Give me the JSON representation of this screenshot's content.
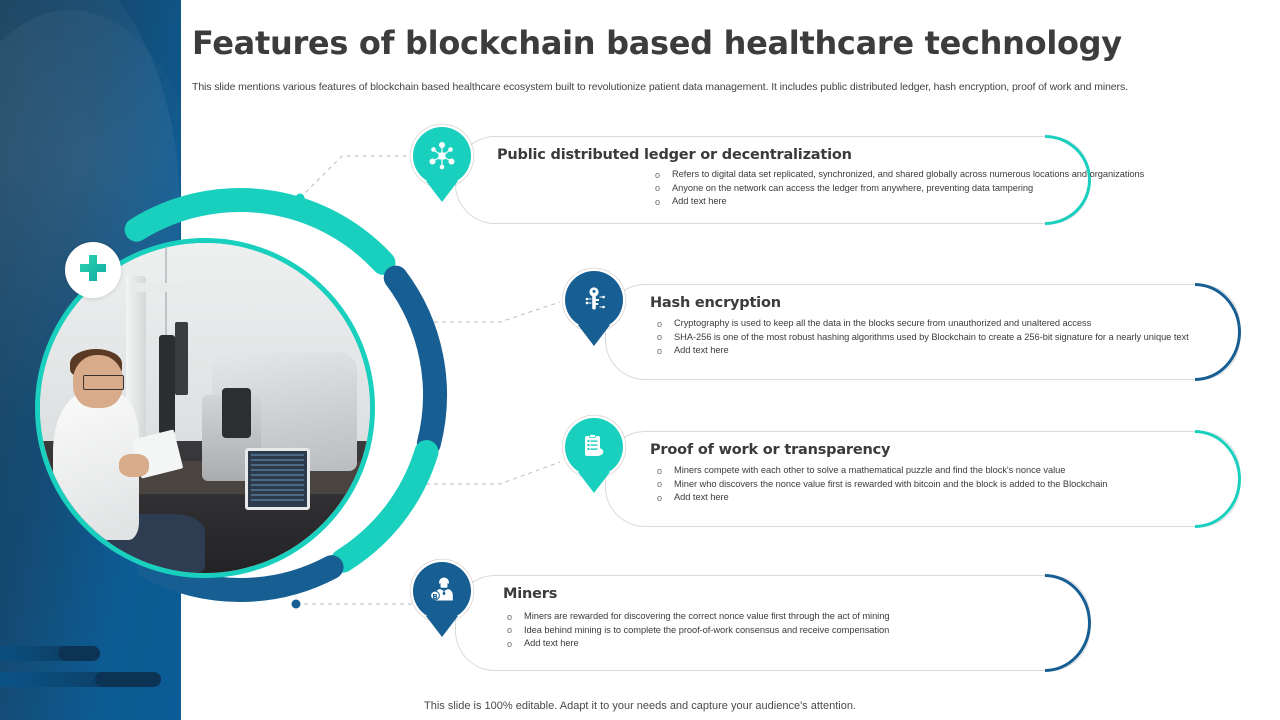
{
  "slide": {
    "title": "Features of blockchain based healthcare technology",
    "subtitle": "This slide mentions various features of blockchain based healthcare ecosystem built to revolutionize patient data management. It includes public distributed ledger, hash encryption, proof of work and miners.",
    "footer": "This slide is 100% editable. Adapt it to your needs and capture your audience's attention."
  },
  "colors": {
    "teal": "#19cfbe",
    "blue": "#175e93",
    "dark_blue_panel": "#144a72",
    "card_border": "#d8dadc",
    "title_text": "#3c3c3c"
  },
  "visual": {
    "photo_alt": "doctor in white coat examining document beside ophthalmology equipment",
    "badge_icon": "medical-cross-icon"
  },
  "cards": [
    {
      "title": "Public distributed ledger or decentralization",
      "icon": "network-nodes-icon",
      "accent": "#19cfbe",
      "bullets": [
        "Refers to digital data set replicated, synchronized, and shared globally across numerous locations and organizations",
        "Anyone on the network can access the ledger from anywhere, preventing data tampering",
        "Add text here"
      ]
    },
    {
      "title": "Hash encryption",
      "icon": "key-circuit-icon",
      "accent": "#175e93",
      "bullets": [
        "Cryptography is used to keep all the data in the blocks secure from unauthorized and unaltered access",
        "SHA-256 is one of the most robust hashing algorithms used by Blockchain to create a 256-bit signature for a nearly unique text",
        "Add text here"
      ]
    },
    {
      "title": "Proof of work or transparency",
      "icon": "checklist-document-icon",
      "accent": "#19cfbe",
      "bullets": [
        "Miners compete with each other to solve a mathematical puzzle and find the block's nonce value",
        "Miner who discovers the nonce value first is rewarded with bitcoin and the block is added to the Blockchain",
        "Add text here"
      ]
    },
    {
      "title": "Miners",
      "icon": "miner-worker-bitcoin-icon",
      "accent": "#175e93",
      "bullets": [
        "Miners are rewarded for discovering the correct nonce value first through the act of mining",
        "Idea behind mining is to complete the proof-of-work consensus and receive compensation",
        "Add text here"
      ]
    }
  ],
  "bullet_marker": "o"
}
